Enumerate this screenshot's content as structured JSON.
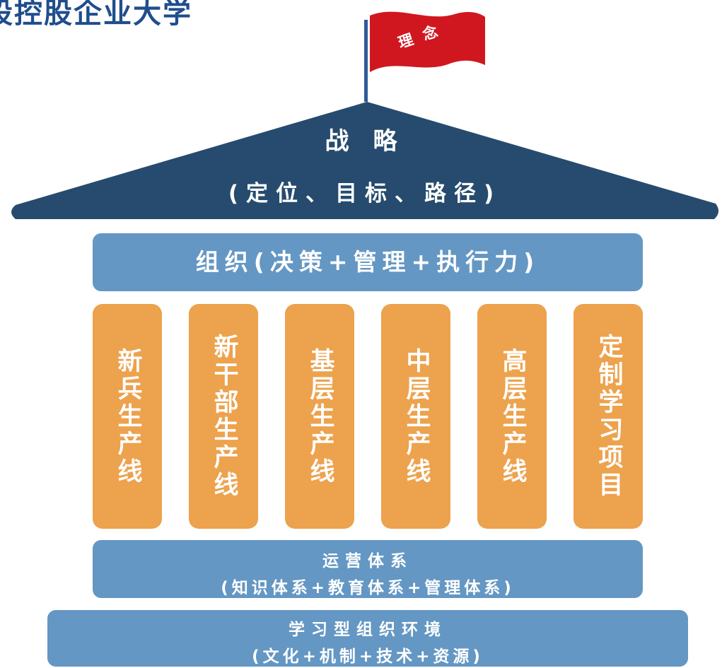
{
  "page_title": "股控股企业大学",
  "flag": {
    "label": "理 念"
  },
  "roof": {
    "title": "战略",
    "subtitle": "(定位、目标、路径)"
  },
  "organization": {
    "label": "组织(决策+管理+执行力)"
  },
  "pillars": [
    {
      "label": "新兵生产线"
    },
    {
      "label": "新干部生产线"
    },
    {
      "label": "基层生产线"
    },
    {
      "label": "中层生产线"
    },
    {
      "label": "高层生产线"
    },
    {
      "label": "定制学习项目"
    }
  ],
  "operations": {
    "title": "运营体系",
    "subtitle": "(知识体系+教育体系+管理体系)"
  },
  "environment": {
    "title": "学习型组织环境",
    "subtitle": "(文化+机制+技术+资源)"
  },
  "colors": {
    "roof": "#264b6e",
    "band": "#6497c3",
    "pillar": "#eda24d",
    "flag": "#d0171f",
    "title": "#1f4e8c"
  }
}
